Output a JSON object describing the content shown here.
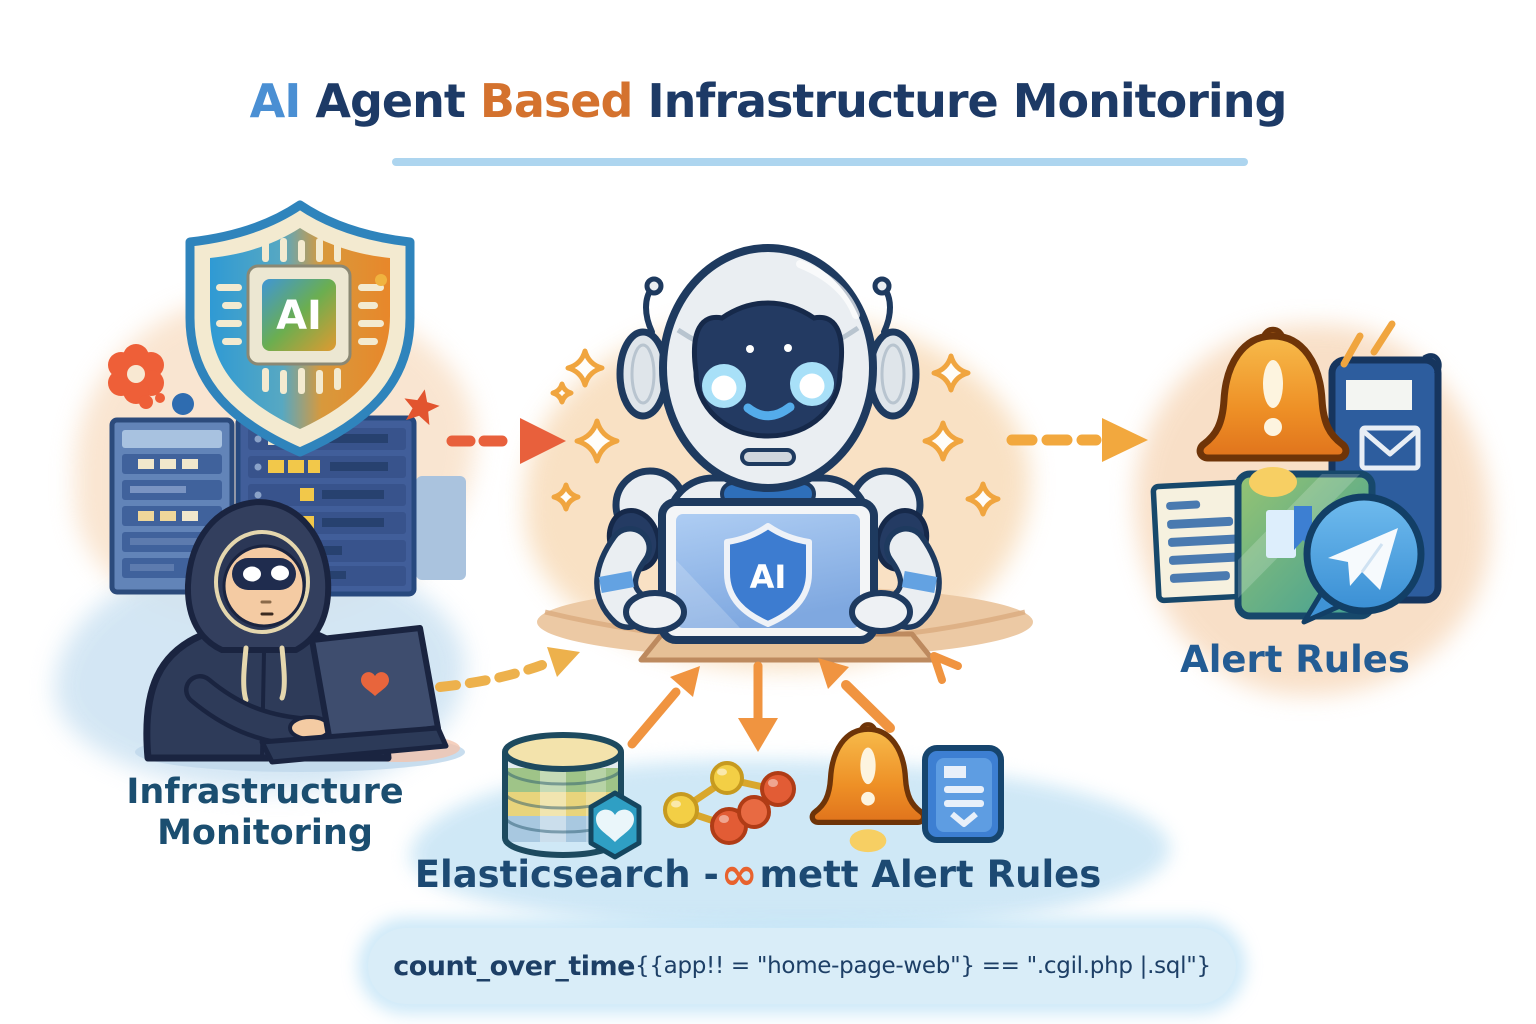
{
  "title": {
    "seg_ai": "AI ",
    "seg_agent": "Agent ",
    "seg_based": "Based ",
    "seg_rest": "Infrastructure Monitoring"
  },
  "labels": {
    "left_line1": "Infrastructure",
    "left_line2": "Monitoring",
    "right": "Alert Rules",
    "bottom_prefix": "Elasticsearch - ",
    "bottom_infinity": "∞",
    "bottom_suffix": "mett Alert Rules"
  },
  "code": {
    "keyword": "count_over_time",
    "expression": " {{app!! = \"home-page-web\"} == \".cgil.php |.sql\"}"
  },
  "icons": {
    "shield_chip_text": "AI",
    "laptop_shield_text": "AI"
  },
  "colors": {
    "title_navy": "#1d3a66",
    "title_blue": "#4a8fd3",
    "title_orange": "#d4722e",
    "label_teal": "#1b4e70",
    "arrow_orange": "#f09440",
    "arrow_red": "#e8603c",
    "arrow_yellow": "#edb14c",
    "bell_orange": "#ee9026",
    "telegram_blue": "#3a8fd4",
    "pill_blue": "#d9edf8"
  }
}
